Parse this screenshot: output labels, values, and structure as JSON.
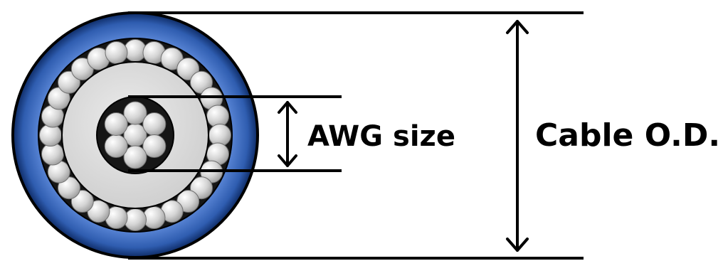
{
  "labels": {
    "conductor": "AWG size",
    "outer": "Cable O.D."
  },
  "colors": {
    "jacket": "#2f5db0",
    "jacket_dark": "#0d2a64",
    "insulation": "#dedede",
    "shield_bg": "#161616",
    "strand": "#c8c8c8",
    "line": "#000000"
  },
  "cable": {
    "shield_strand_count": 28,
    "conductor_strand_count": 7
  }
}
